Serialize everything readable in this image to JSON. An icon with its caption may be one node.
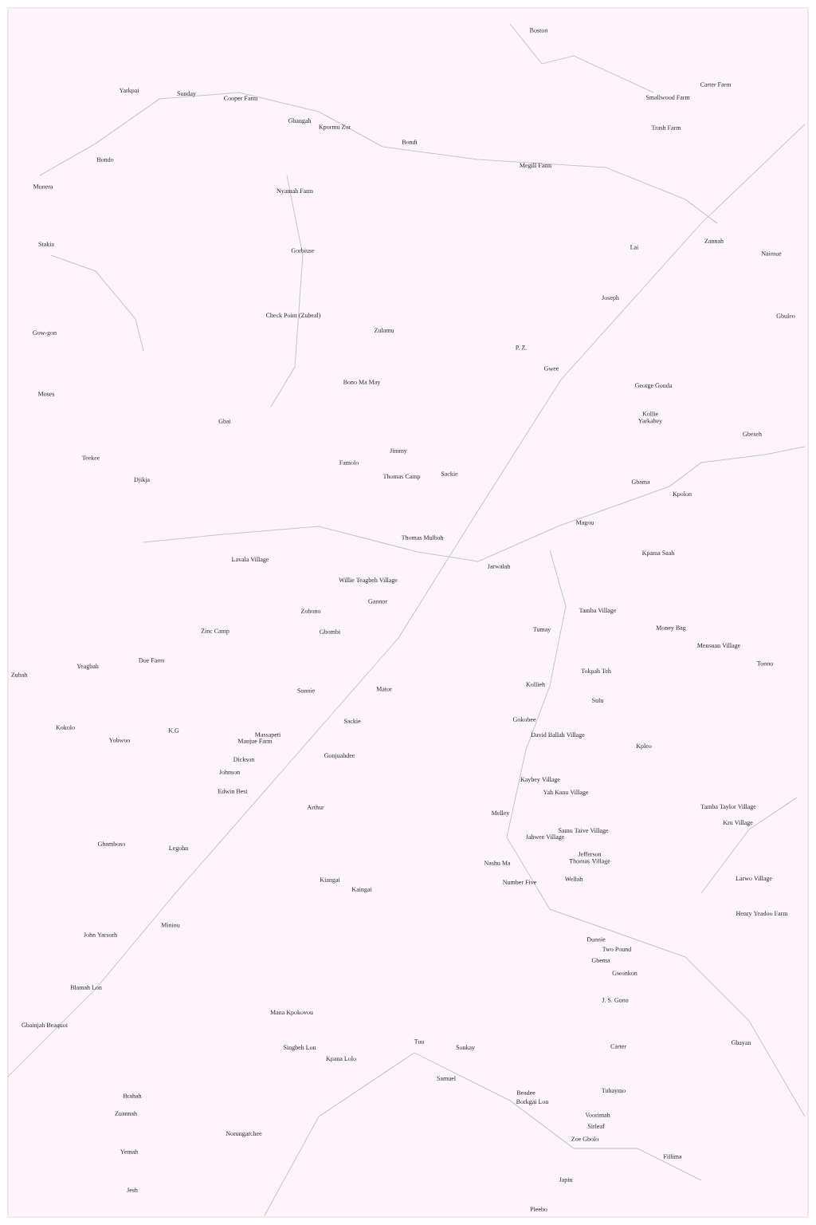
{
  "diagram": {
    "labels": [
      "Boston",
      "Yarkpai",
      "Sunday",
      "Cooper Farm",
      "Carter Farm",
      "Smallwood Farm",
      "Gbangah",
      "Kpormu Zor",
      "Trash Farm",
      "Bondi",
      "Bondo",
      "Megill Farm",
      "Monera",
      "Nyamah Farm",
      "Lai",
      "Zannah",
      "Naimue",
      "Stakia",
      "Gorbiuse",
      "Joseph",
      "Gbuleo",
      "Check Point (Zubeal)",
      "Zulamu",
      "P. Z.",
      "Gwee",
      "Gow-gon",
      "George Gonda",
      "Bono Ma May",
      "Moses",
      "Kollie Yarkabey",
      "Gbai",
      "Gbeseh",
      "Jimmy",
      "Teekee",
      "Famolo",
      "Sackie",
      "Thomas Camp",
      "Djikja",
      "Gbama",
      "Kpolon",
      "Magou",
      "Thomas Mulbah",
      "Kpama Saah",
      "Lavala Village",
      "Jarwalah",
      "Willie Teagbeh Village",
      "Gannor",
      "Zobono",
      "Tamba Village",
      "Tumay",
      "Money Bag",
      "Gbombi",
      "Zinc Camp",
      "Mensuan Village",
      "Tonno",
      "Doe Farm",
      "Yeagbah",
      "Zubah",
      "Kollieh",
      "Tokpah Teh",
      "Sonnie",
      "Mator",
      "Sulu",
      "Sackie",
      "Gokobee",
      "Kokolo",
      "Massapeti",
      "Manjue Farm",
      "K.G",
      "Yobwoo",
      "David Ballah Village",
      "Kpleo",
      "Gonjuahdee",
      "Dickson",
      "Johnson",
      "Kaybey Village",
      "Edwin Best",
      "Yah Kanu Village",
      "Arthur",
      "Tamba Taylor Village",
      "Melley",
      "Kru Village",
      "Samu Taive Village",
      "Jahwee Village",
      "Ghamboso",
      "Legohn",
      "Jefferson Thomas Village",
      "Nashu Ma",
      "Kiangai",
      "Kaingai",
      "Wellah",
      "Larwo Village",
      "Number Five",
      "Henry Yeadoo Farm",
      "Mininu",
      "John Yarsorh",
      "Dunnie",
      "Two Pound",
      "Gbema",
      "Gwonkon",
      "Blamah Lon",
      "J. S. Gono",
      "Mana Kpokovou",
      "Gbainjah Beaquoi",
      "Tuu",
      "Gbayan",
      "Singbeh Lon",
      "Sonkay",
      "Carter",
      "Kpana Lolo",
      "Samuel",
      "Brahah",
      "Beadee",
      "Tubaymo",
      "Borkgai Lon",
      "Zuannah",
      "Voorimah",
      "Sirleaf",
      "Norungarchee",
      "Zoe Gbolo",
      "Fillima",
      "Yemah",
      "Japin",
      "Jesh",
      "Pleebo"
    ]
  }
}
